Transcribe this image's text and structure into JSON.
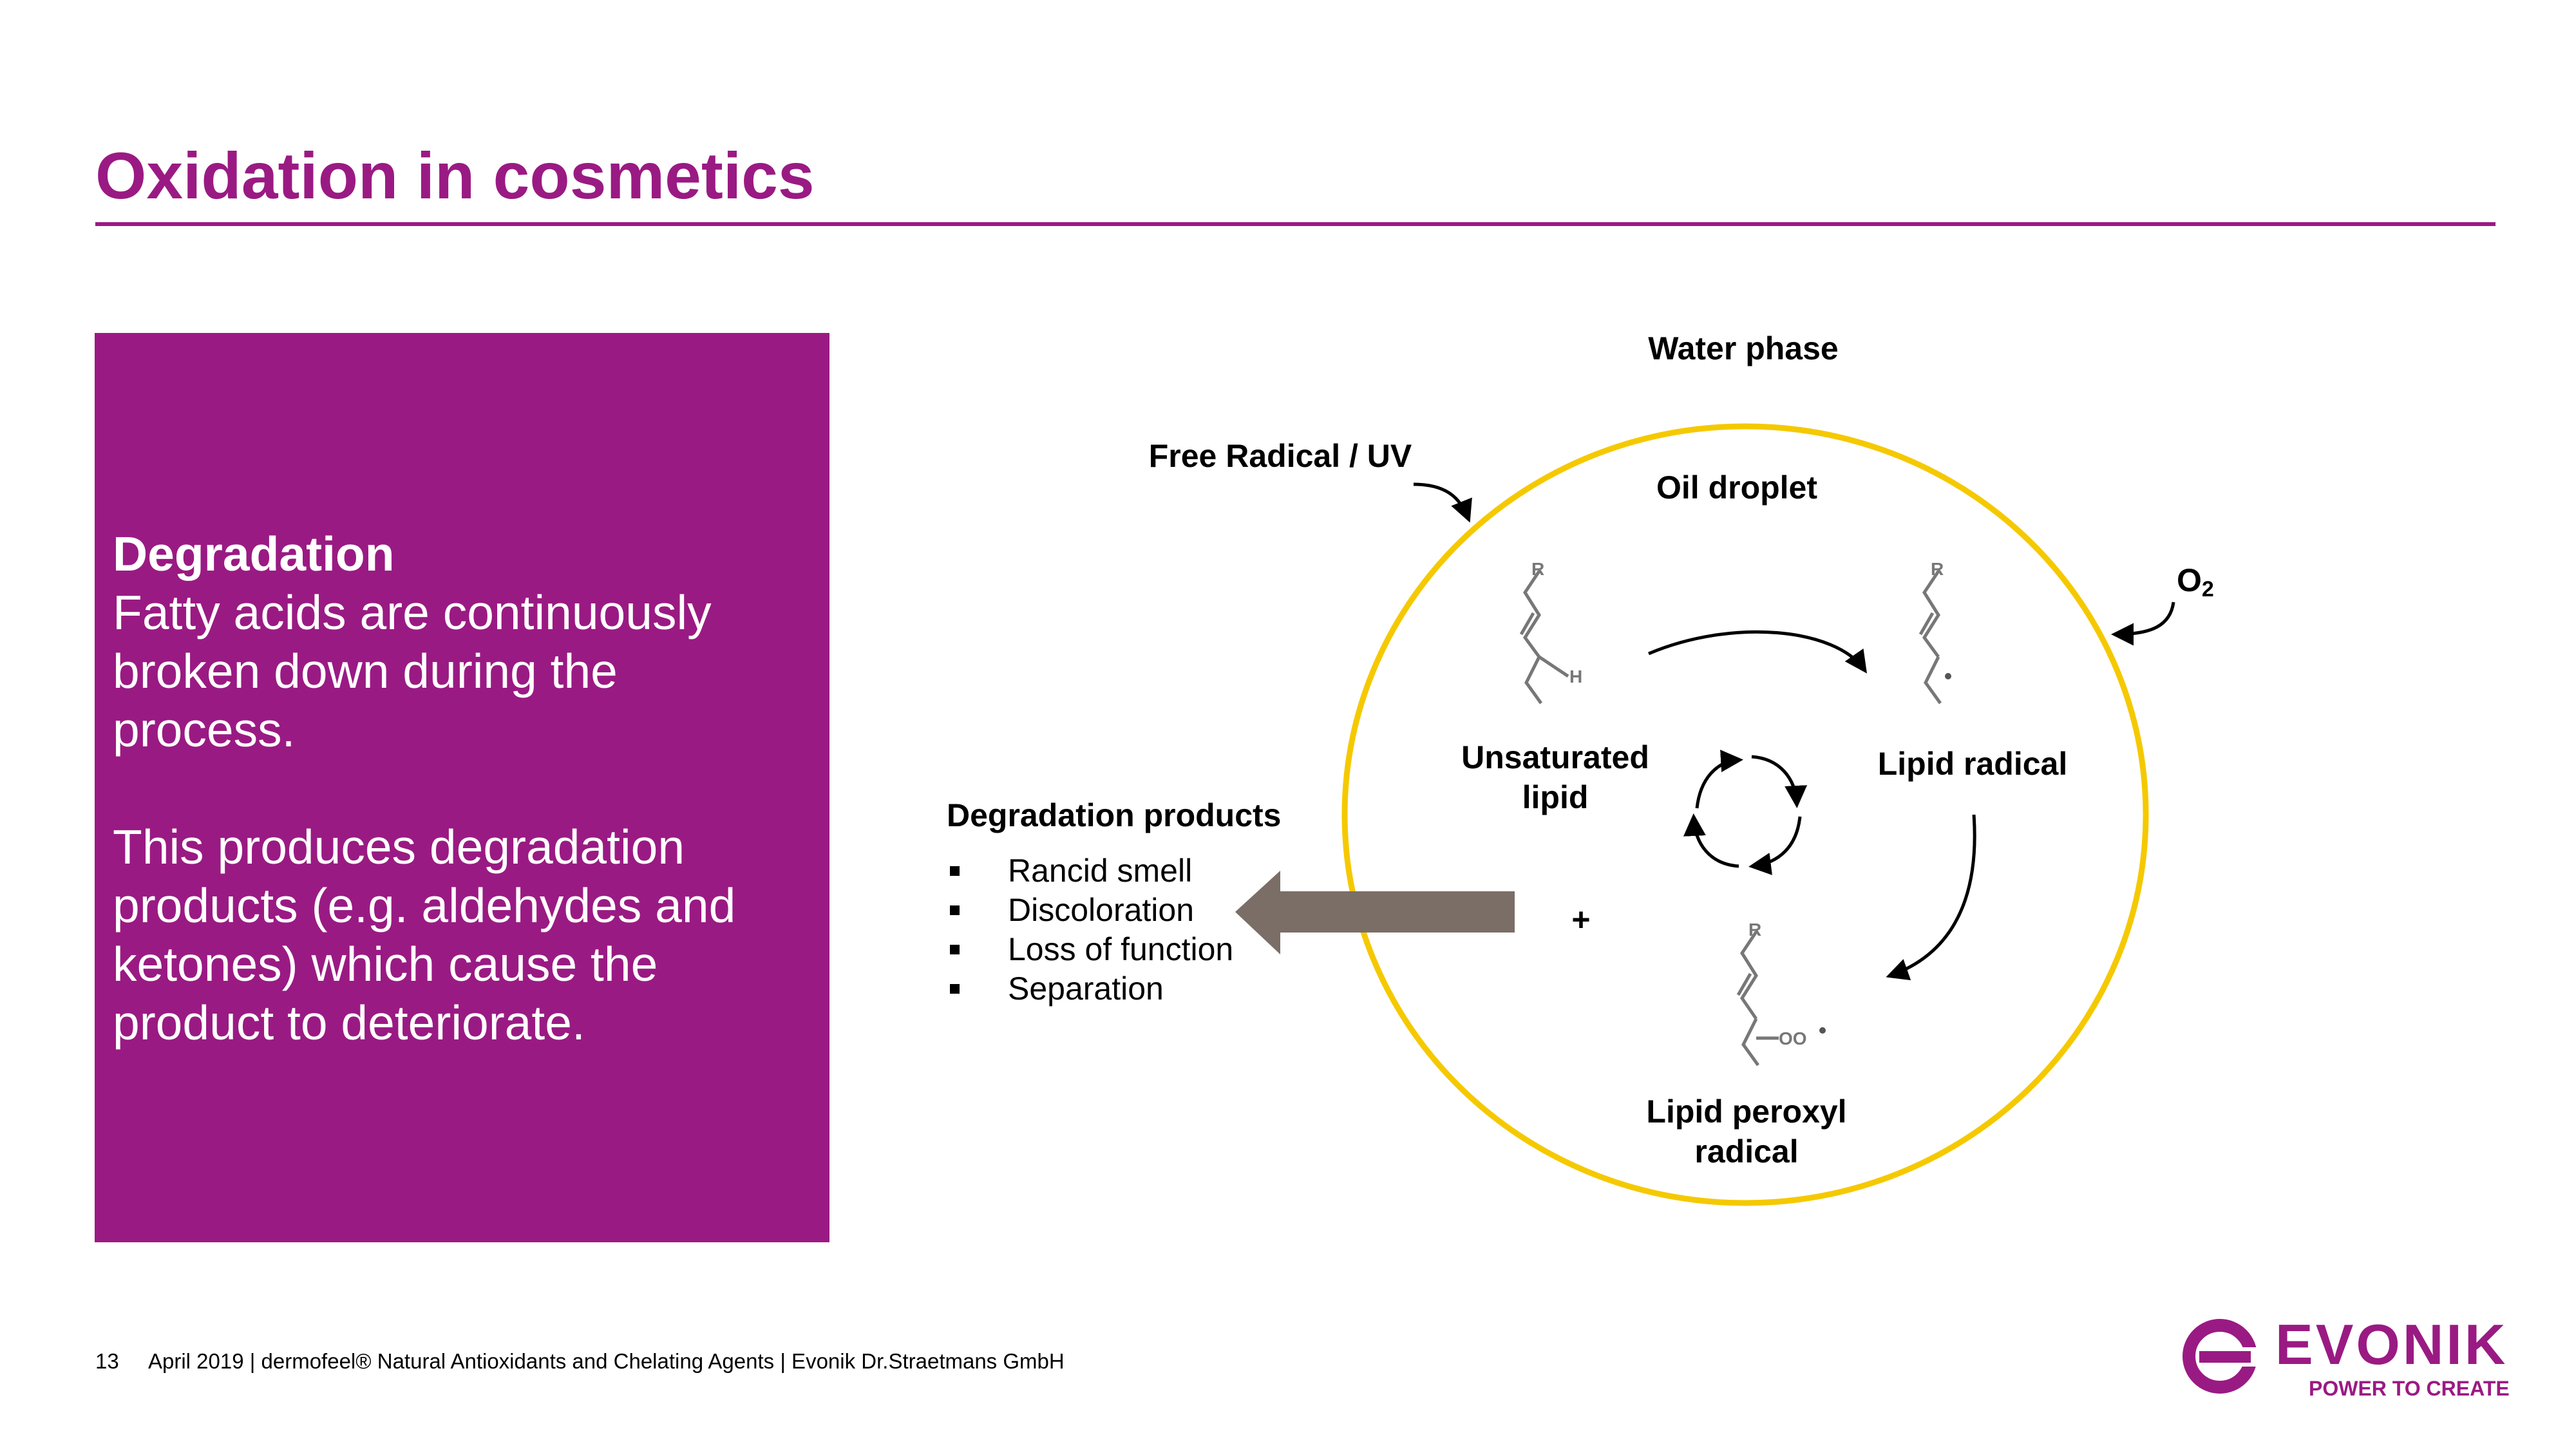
{
  "slide": {
    "title": "Oxidation in cosmetics"
  },
  "left_panel": {
    "heading": "Degradation",
    "paragraph1_lines": [
      "Fatty acids are continuously",
      "broken down during the",
      "process."
    ],
    "paragraph2_lines": [
      "This produces degradation",
      "products (e.g. aldehydes and",
      "ketones) which cause the",
      "product to deteriorate."
    ]
  },
  "diagram": {
    "water_phase": "Water phase",
    "oil_droplet": "Oil droplet",
    "free_radical_uv": "Free Radical / UV",
    "o2_main": "O",
    "o2_sub": "2",
    "unsaturated_lipid_lines": [
      "Unsaturated",
      "lipid"
    ],
    "lipid_radical": "Lipid radical",
    "lipid_peroxyl_lines": [
      "Lipid peroxyl",
      "radical"
    ],
    "plus": "+",
    "atom_R": "R",
    "atom_H": "H",
    "atom_OO": "OO",
    "degradation_products_title": "Degradation products",
    "degradation_products": [
      "Rancid smell",
      "Discoloration",
      "Loss of function",
      "Separation"
    ],
    "colors": {
      "droplet_outline": "#f5c900",
      "big_arrow": "#7a6e66",
      "accent": "#9a1a83"
    }
  },
  "footer": {
    "page_number": "13",
    "text": "April 2019  | dermofeel® Natural Antioxidants and Chelating Agents  |  Evonik Dr.Straetmans GmbH"
  },
  "logo": {
    "wordmark": "EVONIK",
    "tagline": "POWER TO CREATE",
    "icon": "evonik-e-icon"
  }
}
